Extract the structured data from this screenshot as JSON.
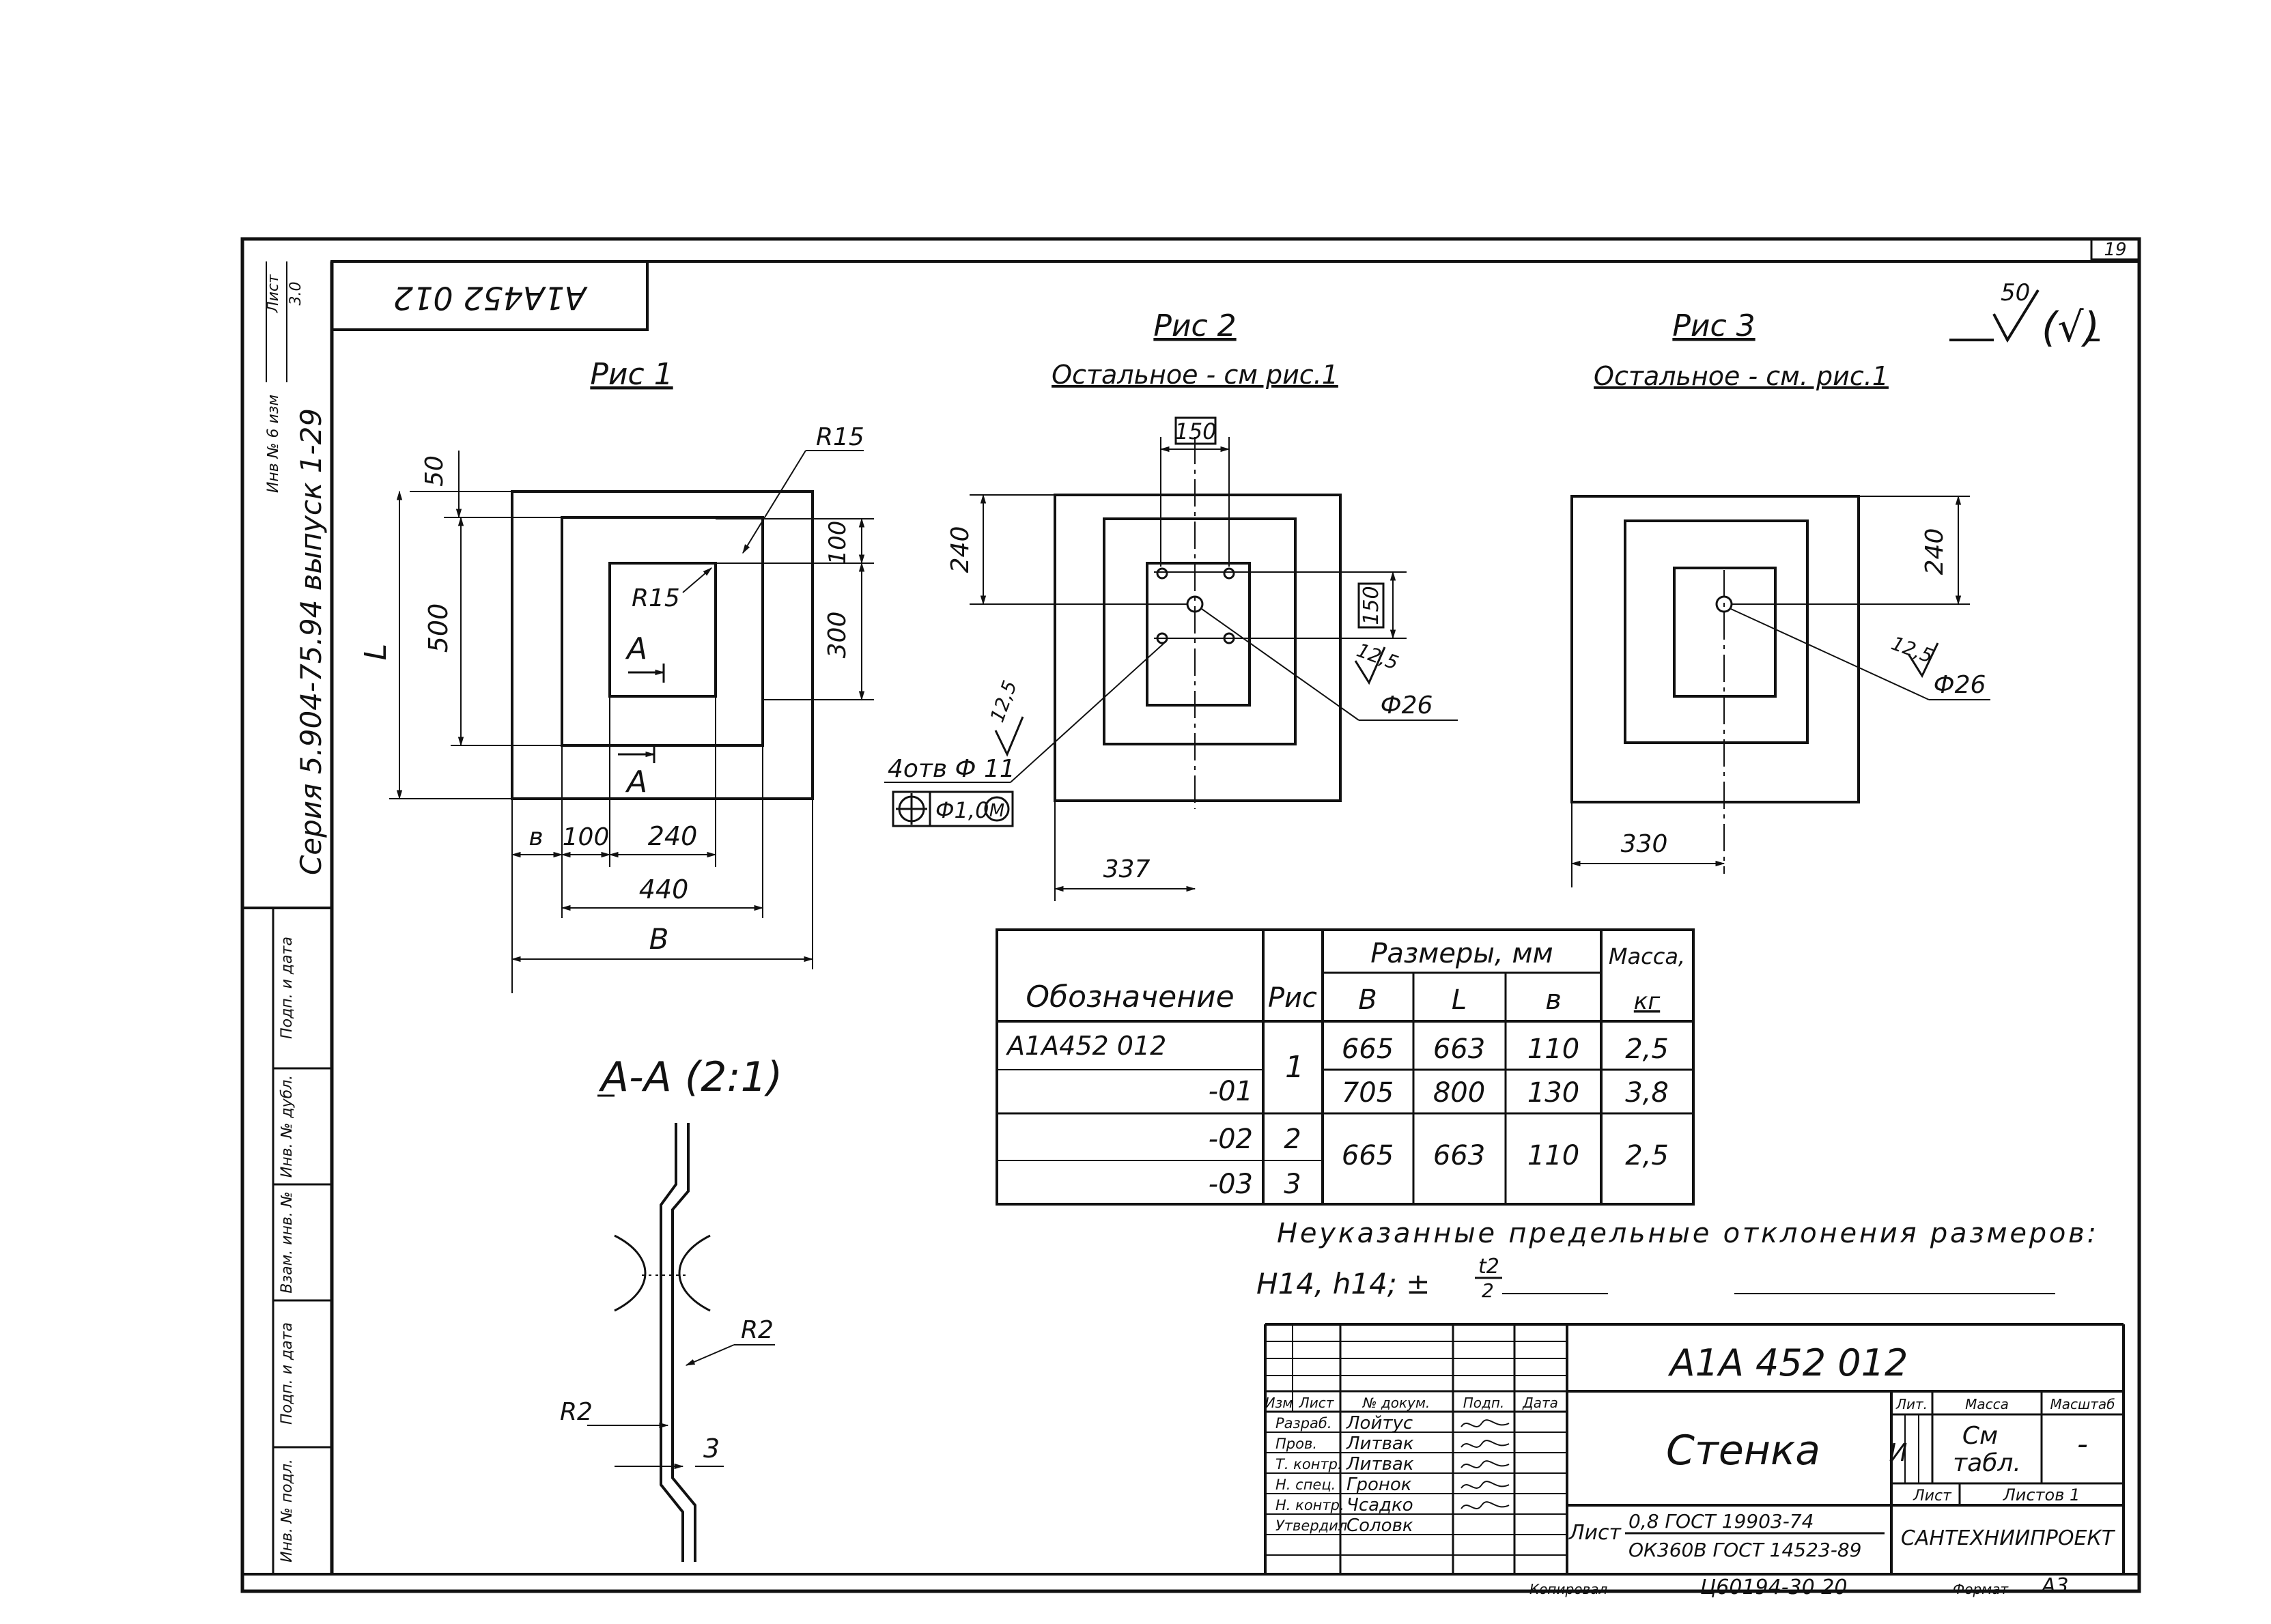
{
  "stamp_top": "А1А452 012",
  "corner_sheet": "19",
  "roughness": {
    "value": "50",
    "suffix": "(√)"
  },
  "side": {
    "series": "Серия 5.904-75.94 выпуск 1-29",
    "small_lines": [
      "Инв № 6 изм",
      "Лист",
      "3.0"
    ],
    "fields": [
      "Подп. и дата",
      "Инв. № дубл.",
      "Взам. инв. №",
      "Подп. и дата",
      "Инв. № подл."
    ]
  },
  "fig1": {
    "title": "Рис 1",
    "dims": {
      "d50": "50",
      "d500": "500",
      "L": "L",
      "R15_outer": "R15",
      "R15_inner": "R15",
      "d100v": "100",
      "d300": "300",
      "b": "в",
      "d100": "100",
      "d240": "240",
      "d440": "440",
      "B": "B"
    },
    "cut": "А"
  },
  "fig2": {
    "title": "Рис 2",
    "note": "Остальное - см рис.1",
    "dims": {
      "d150_top": "150",
      "d240": "240",
      "d150_side": "150",
      "d337": "337"
    },
    "rough": "12,5",
    "rough2": "12,5",
    "hole": "Ф26",
    "holes": "4отв Ф 11",
    "tolerance": "Ф1,0",
    "m": "M"
  },
  "fig3": {
    "title": "Рис 3",
    "note": "Остальное - см. рис.1",
    "dims": {
      "d240": "240",
      "d330": "330"
    },
    "rough": "12,5",
    "hole": "Ф26"
  },
  "section": {
    "title": "А-А (2:1)",
    "r_top": "R2",
    "r_bottom": "R2",
    "thickness": "3"
  },
  "table": {
    "h_designation": "Обозначение",
    "h_fig": "Рис",
    "h_sizes": "Размеры, мм",
    "h_B": "B",
    "h_L": "L",
    "h_b": "в",
    "h_mass1": "Масса,",
    "h_mass2": "кг",
    "rows": [
      {
        "des": "А1А452 012",
        "fig": "1",
        "B": "665",
        "L": "663",
        "b": "110",
        "m": "2,5"
      },
      {
        "des": "-01",
        "fig": "",
        "B": "705",
        "L": "800",
        "b": "130",
        "m": "3,8"
      },
      {
        "des": "-02",
        "fig": "2",
        "B": "665",
        "L": "663",
        "b": "110",
        "m": "2,5"
      },
      {
        "des": "-03",
        "fig": "3",
        "B": "",
        "L": "",
        "b": "",
        "m": ""
      }
    ]
  },
  "note": {
    "line1": "Неуказанные предельные отклонения размеров:",
    "line2": "H14, h14; ±",
    "frac_top": "t2",
    "frac_bot": "2"
  },
  "title_block": {
    "designation": "А1А 452 012",
    "name": "Стенка",
    "h_izm": "Изм",
    "h_list": "Лист",
    "h_doc": "№ докум.",
    "h_sign": "Подп.",
    "h_date": "Дата",
    "roles": [
      "Разраб.",
      "Пров.",
      "Т. контр.",
      "Н. спец.",
      "Н. контр.",
      "Утвердил"
    ],
    "names": [
      "Лойтус",
      "Литвак",
      "Литвак",
      "Гронок",
      "Чсадко",
      "Соловк"
    ],
    "lit": "Лит.",
    "mass": "Масса",
    "scale": "Масштаб",
    "lit_val": "И",
    "mass_val1": "См",
    "mass_val2": "табл.",
    "scale_val": "-",
    "sheet": "Лист",
    "sheets": "Листов 1",
    "material_prefix": "Лист",
    "material1": "0,8 ГОСТ 19903-74",
    "material2": "ОК360В ГОСТ 14523-89",
    "org": "САНТЕХНИИПРОЕКТ",
    "copied": "Копировал",
    "code": "Ц60194-30 20",
    "format": "Формат",
    "format_val": "А3"
  }
}
